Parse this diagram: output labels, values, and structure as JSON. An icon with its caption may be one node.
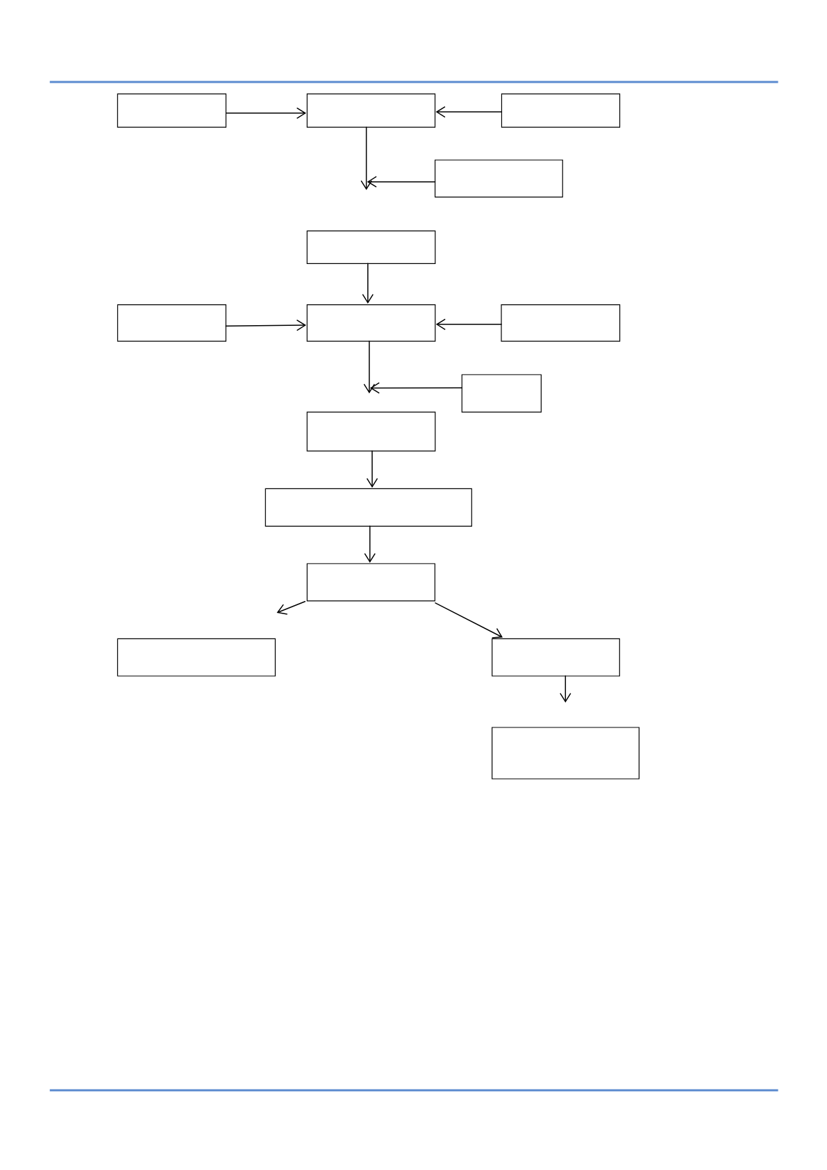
{
  "diagram": {
    "nodes": [
      {
        "text": [],
        "shape": "box"
      },
      {
        "text": [],
        "shape": "box"
      },
      {
        "text": [],
        "shape": "box"
      },
      {
        "text": [],
        "shape": "box"
      },
      {
        "text": [],
        "shape": "box"
      },
      {
        "text": [],
        "shape": "box"
      },
      {
        "text": [],
        "shape": "box"
      },
      {
        "text": [],
        "shape": "box"
      },
      {
        "text": [],
        "shape": "box"
      },
      {
        "text": [],
        "shape": "box"
      },
      {
        "text": [],
        "shape": "box"
      },
      {
        "text": [],
        "shape": "box"
      },
      {
        "text": [],
        "shape": "box"
      },
      {
        "text": [],
        "shape": "box"
      },
      {
        "text": [],
        "shape": "box"
      }
    ],
    "edges": [
      {
        "from": 0,
        "to": 1,
        "arrow": "to"
      },
      {
        "from": 2,
        "to": 1,
        "arrow": "to"
      },
      {
        "from": 1,
        "to": null,
        "arrow": "to"
      },
      {
        "from": 3,
        "to": null,
        "arrow": "to"
      },
      {
        "from": 4,
        "to": 6,
        "arrow": "to"
      },
      {
        "from": 5,
        "to": 6,
        "arrow": "to"
      },
      {
        "from": 7,
        "to": 6,
        "arrow": "to"
      },
      {
        "from": 6,
        "to": null,
        "arrow": "to"
      },
      {
        "from": 8,
        "to": null,
        "arrow": "to"
      },
      {
        "from": 9,
        "to": 10,
        "arrow": "to"
      },
      {
        "from": 10,
        "to": 11,
        "arrow": "to"
      },
      {
        "from": 11,
        "to": null,
        "arrow": "to"
      },
      {
        "from": 11,
        "to": 13,
        "arrow": "to"
      },
      {
        "from": 13,
        "to": null,
        "arrow": "to"
      }
    ]
  }
}
